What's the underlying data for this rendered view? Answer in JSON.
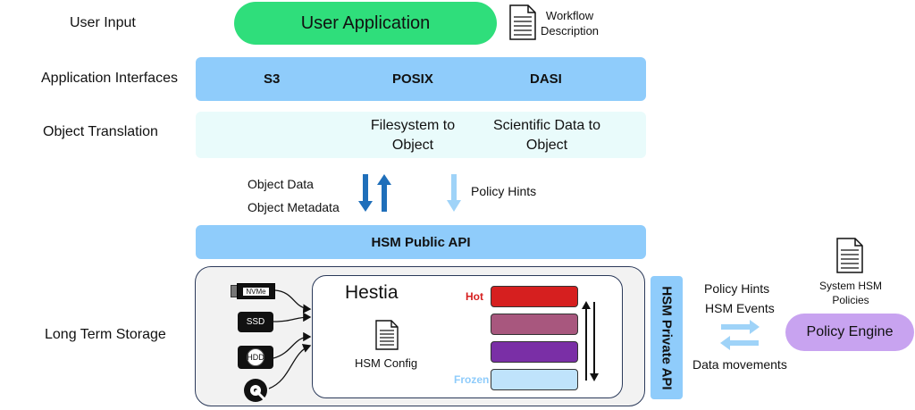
{
  "layers": {
    "user_input": "User Input",
    "application_interfaces": "Application Interfaces",
    "object_translation": "Object Translation",
    "long_term_storage": "Long Term Storage"
  },
  "user_app": {
    "label": "User Application"
  },
  "workflow": {
    "line1": "Workflow",
    "line2": "Description"
  },
  "interfaces": {
    "s3": "S3",
    "posix": "POSIX",
    "dasi": "DASI"
  },
  "translation": {
    "fs_line1": "Filesystem to",
    "fs_line2": "Object",
    "sci_line1": "Scientific Data to",
    "sci_line2": "Object"
  },
  "flows": {
    "object_data": "Object Data",
    "object_metadata": "Object Metadata",
    "policy_hints": "Policy Hints"
  },
  "public_api": "HSM Public API",
  "private_api": "HSM Private API",
  "devices": {
    "nvme": "NVMe",
    "ssd": "SSD",
    "hdd": "HDD"
  },
  "hestia": {
    "title": "Hestia",
    "config": "HSM Config",
    "hot": "Hot",
    "frozen": "Frozen"
  },
  "right": {
    "policy_hints": "Policy Hints",
    "hsm_events": "HSM Events",
    "data_movements": "Data movements",
    "system_policies_line1": "System HSM",
    "system_policies_line2": "Policies",
    "policy_engine": "Policy Engine"
  },
  "colors": {
    "green": "#2fde7b",
    "blue_band": "#8fccfb",
    "light_teal": "#e9fbfb",
    "arrow_dark": "#1f6fba",
    "arrow_light": "#9fd3f8",
    "purple": "#c8a3f0",
    "tier1": "#d61f1f",
    "tier2": "#a8577e",
    "tier3": "#7a2fa6",
    "tier4": "#bfe3fb"
  }
}
